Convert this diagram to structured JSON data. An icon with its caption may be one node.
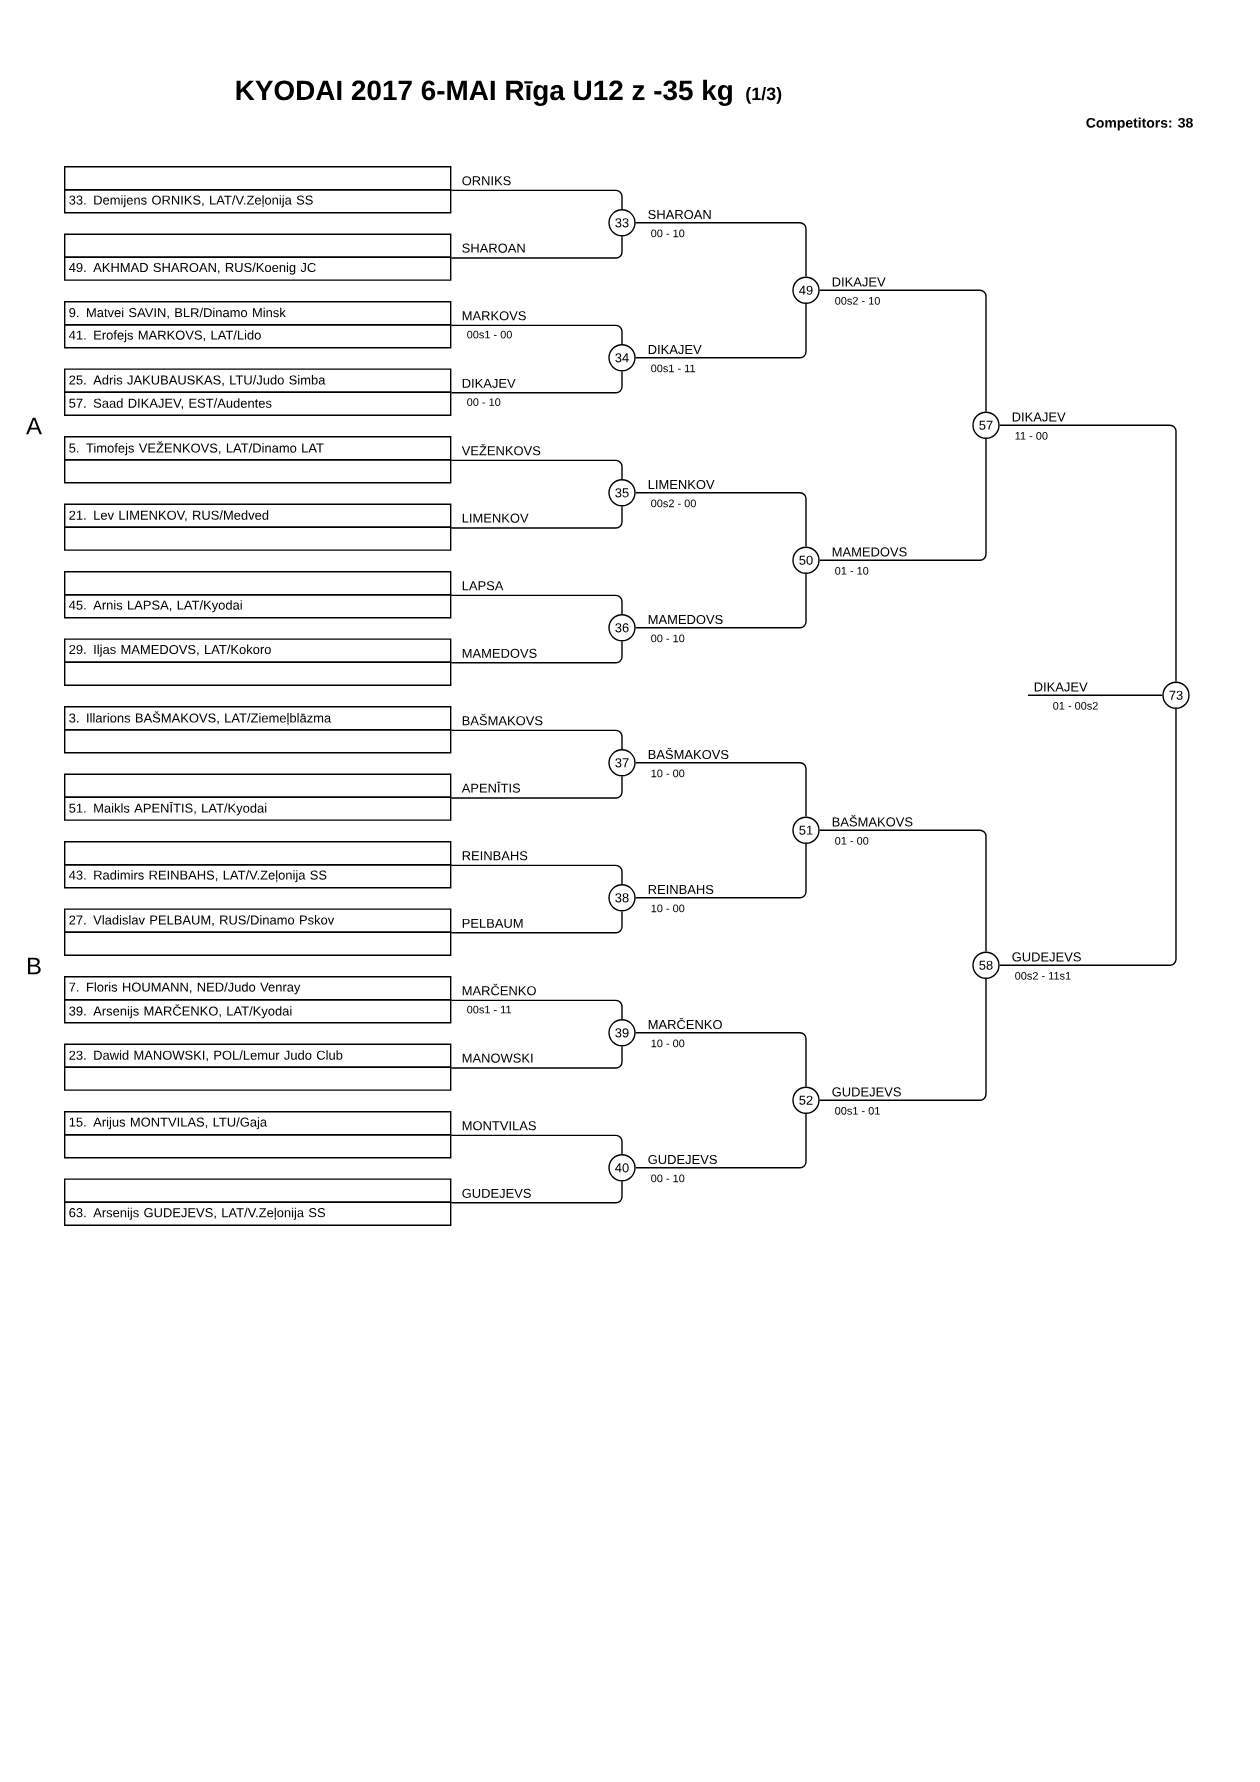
{
  "diagram": {
    "title": "KYODAI 2017 6-MAI Rīga U12 z -35 kg",
    "nodes": [
      {
        "text": [],
        "shape": "box"
      },
      {
        "text": [
          "33. Demijens ORNIKS, LAT/V.Zeļonija SS"
        ]
      },
      {
        "text": [],
        "shape": "box"
      },
      {
        "text": [
          "49. AKHMAD SHAROAN, RUS/Koenig JC"
        ]
      },
      {
        "text": [
          "9. Matvei SAVIN, BLR/Dinamo Minsk"
        ]
      },
      {
        "text": [
          "41. Erofejs MARKOVS, LAT/Lido"
        ]
      },
      {
        "text": [
          "25. Adris JAKUBAUSKAS, LTU/Judo Simba"
        ]
      },
      {
        "text": [
          "57. Saad DIKAJEV, EST/Audentes"
        ]
      },
      {
        "text": [
          "5. Timofejs VEŽENKOVS, LAT/Dinamo LAT"
        ]
      },
      {
        "text": [],
        "shape": "box"
      },
      {
        "text": [
          "21. Lev LIMENKOV, RUS/Medved"
        ]
      },
      {
        "text": [],
        "shape": "box"
      },
      {
        "text": [],
        "shape": "box"
      },
      {
        "text": [
          "45. Arnis LAPSA, LAT/Kyodai"
        ]
      },
      {
        "text": [
          "29. Iljas MAMEDOVS, LAT/Kokoro"
        ]
      },
      {
        "text": [],
        "shape": "box"
      },
      {
        "text": [
          "3. Illarions BAŠMAKOVS, LAT/Ziemeļblāzma"
        ]
      },
      {
        "text": [],
        "shape": "box"
      },
      {
        "text": [],
        "shape": "box"
      },
      {
        "text": [
          "51. Maikls APENĪTIS, LAT/Kyodai"
        ]
      },
      {
        "text": [],
        "shape": "box"
      },
      {
        "text": [
          "43. Radimirs REINBAHS, LAT/V.Zeļonija SS"
        ]
      },
      {
        "text": [
          "27. Vladislav PELBAUM, RUS/Dinamo Pskov"
        ]
      },
      {
        "text": [],
        "shape": "box"
      },
      {
        "text": [
          "7. Floris HOUMANN, NED/Judo Venray"
        ]
      },
      {
        "text": [
          "39. Arsenijs MARČENKO, LAT/Kyodai"
        ]
      },
      {
        "text": [
          "23. Dawid MANOWSKI, POL/Lemur Judo Club"
        ]
      },
      {
        "text": [],
        "shape": "box"
      },
      {
        "text": [
          "15. Arijus MONTVILAS, LTU/Gaja"
        ]
      },
      {
        "text": [],
        "shape": "box"
      },
      {
        "text": [],
        "shape": "box"
      },
      {
        "text": [
          "63. Arsenijs GUDEJEVS, LAT/V.Zeļonija SS"
        ]
      },
      {
        "text": [
          "33"
        ],
        "beside": [
          "00 - 10"
        ]
      },
      {
        "text": [
          "34"
        ],
        "beside": [
          "00s1 - 11"
        ]
      },
      {
        "text": [
          "35"
        ],
        "beside": [
          "00s2 - 00"
        ]
      },
      {
        "text": [
          "36"
        ],
        "beside": [
          "00 - 10"
        ]
      },
      {
        "text": [
          "37"
        ],
        "beside": [
          "10 - 00"
        ]
      },
      {
        "text": [
          "38"
        ],
        "beside": [
          "10 - 00"
        ]
      },
      {
        "text": [
          "39"
        ],
        "beside": [
          "10 - 00"
        ]
      },
      {
        "text": [
          "40"
        ],
        "beside": [
          "00 - 10"
        ]
      },
      {
        "text": [
          "49"
        ],
        "beside": [
          "00s2 - 10"
        ]
      },
      {
        "text": [
          "50"
        ],
        "beside": [
          "01 - 10"
        ]
      },
      {
        "text": [
          "51"
        ],
        "beside": [
          "01 - 00"
        ]
      },
      {
        "text": [
          "52"
        ],
        "beside": [
          "00s1 - 01"
        ]
      },
      {
        "text": [
          "57"
        ],
        "beside": [
          "11 - 00"
        ]
      },
      {
        "text": [
          "58"
        ],
        "beside": [
          "00s2 - 11s1"
        ]
      },
      {
        "text": [
          "73"
        ]
      }
    ],
    "edges": [
      {
        "from": 0,
        "to": 32,
        "arrow": "none",
        "label": "ORNIKS"
      },
      {
        "from": 2,
        "to": 32,
        "arrow": "none",
        "label": "SHAROAN"
      },
      {
        "from": 4,
        "to": 33,
        "arrow": "none",
        "label": "MARKOVS"
      },
      {
        "from": 6,
        "to": 33,
        "arrow": "none",
        "label": "DIKAJEV"
      },
      {
        "from": 8,
        "to": 34,
        "arrow": "none",
        "label": "VEŽENKOVS"
      },
      {
        "from": 10,
        "to": 34,
        "arrow": "none",
        "label": "LIMENKOV"
      },
      {
        "from": 12,
        "to": 35,
        "arrow": "none",
        "label": "LAPSA"
      },
      {
        "from": 14,
        "to": 35,
        "arrow": "none",
        "label": "MAMEDOVS"
      },
      {
        "from": 16,
        "to": 36,
        "arrow": "none",
        "label": "BAŠMAKOVS"
      },
      {
        "from": 18,
        "to": 36,
        "arrow": "none",
        "label": "APENĪTIS"
      },
      {
        "from": 20,
        "to": 37,
        "arrow": "none",
        "label": "REINBAHS"
      },
      {
        "from": 22,
        "to": 37,
        "arrow": "none",
        "label": "PELBAUM"
      },
      {
        "from": 24,
        "to": 38,
        "arrow": "none",
        "label": "MARČENKO"
      },
      {
        "from": 26,
        "to": 38,
        "arrow": "none",
        "label": "MANOWSKI"
      },
      {
        "from": 28,
        "to": 39,
        "arrow": "none",
        "label": "MONTVILAS"
      },
      {
        "from": 30,
        "to": 39,
        "arrow": "none",
        "label": "GUDEJEVS"
      },
      {
        "from": 32,
        "to": 40,
        "arrow": "none",
        "label": "SHAROAN"
      },
      {
        "from": 33,
        "to": 40,
        "arrow": "none",
        "label": "DIKAJEV"
      },
      {
        "from": 34,
        "to": 41,
        "arrow": "none",
        "label": "LIMENKOV"
      },
      {
        "from": 35,
        "to": 41,
        "arrow": "none",
        "label": "MAMEDOVS"
      },
      {
        "from": 36,
        "to": 42,
        "arrow": "none",
        "label": "BAŠMAKOVS"
      },
      {
        "from": 37,
        "to": 42,
        "arrow": "none",
        "label": "REINBAHS"
      },
      {
        "from": 38,
        "to": 43,
        "arrow": "none",
        "label": "MARČENKO"
      },
      {
        "from": 39,
        "to": 43,
        "arrow": "none",
        "label": "GUDEJEVS"
      },
      {
        "from": 40,
        "to": 44,
        "arrow": "none",
        "label": "DIKAJEV"
      },
      {
        "from": 41,
        "to": 44,
        "arrow": "none",
        "label": "MAMEDOVS"
      },
      {
        "from": 42,
        "to": 45,
        "arrow": "none",
        "label": "BAŠMAKOVS"
      },
      {
        "from": 43,
        "to": 45,
        "arrow": "none",
        "label": "GUDEJEVS"
      },
      {
        "from": 44,
        "to": 46,
        "arrow": "none",
        "label": "DIKAJEV"
      },
      {
        "from": 45,
        "to": 46,
        "arrow": "none",
        "label": "GUDEJEVS"
      },
      {
        "from": 46,
        "to": null,
        "arrow": "none",
        "label": "DIKAJEV"
      }
    ],
    "labels": [
      "(1/3)",
      "Competitors: 38",
      "00s1 - 00",
      "00 - 10",
      "A",
      "01 - 00s2",
      "00s1 - 11",
      "B"
    ]
  }
}
